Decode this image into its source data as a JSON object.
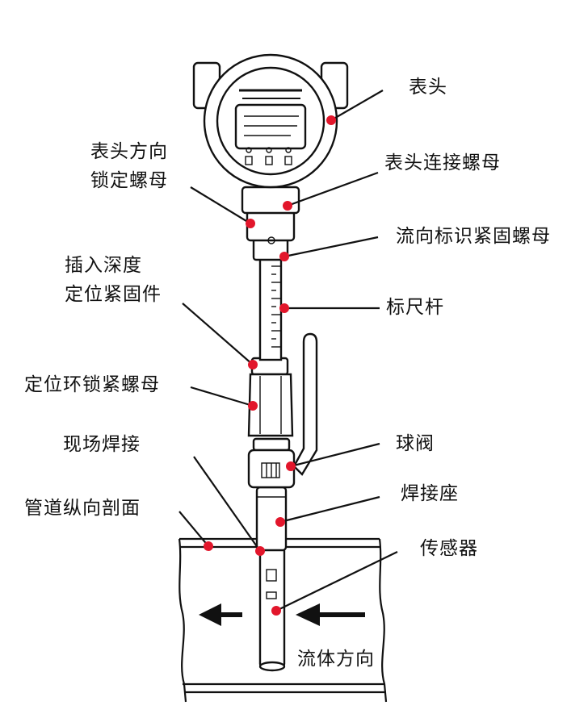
{
  "labels": {
    "meter_head": "表头",
    "head_orientation_nut_line1": "表头方向",
    "head_orientation_nut_line2": "锁定螺母",
    "head_connection_nut": "表头连接螺母",
    "flow_mark_nut": "流向标识紧固螺母",
    "insertion_depth_line1": "插入深度",
    "insertion_depth_line2": "定位紧固件",
    "scale_rod": "标尺杆",
    "ring_lock_nut": "定位环锁紧螺母",
    "field_welding": "现场焊接",
    "ball_valve": "球阀",
    "pipe_section": "管道纵向剖面",
    "weld_seat": "焊接座",
    "sensor": "传感器",
    "flow_direction": "流体方向"
  },
  "colors": {
    "marker": "#e2162b",
    "line": "#111111"
  }
}
